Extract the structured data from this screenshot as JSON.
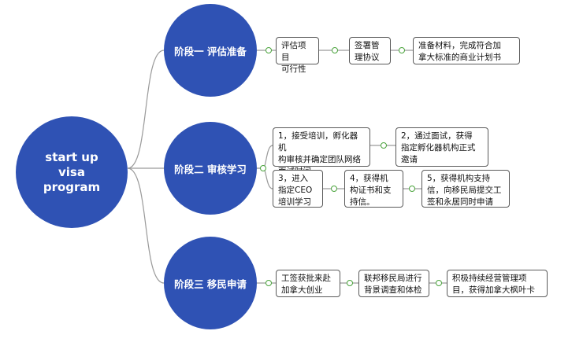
{
  "root": {
    "label": "start up\nvisa\nprogram"
  },
  "stages": [
    {
      "label": "阶段一 评估准备",
      "steps": [
        "评估项目\n可行性",
        "签署管\n理协议",
        "准备材料，完成符合加\n拿大标准的商业计划书"
      ]
    },
    {
      "label": "阶段二 审核学习",
      "steps": [
        "1，接受培训，孵化器机\n构审核并确定团队网络\n面试时间。",
        "2，通过面试，获得\n指定孵化器机构正式\n邀请",
        "3，进入\n指定CEO\n培训学习",
        "4，获得机\n构证书和支\n持信。",
        "5，获得机构支持\n信，向移民局提交工\n签和永居同时申请"
      ]
    },
    {
      "label": "阶段三 移民申请",
      "steps": [
        "工签获批来赴\n加拿大创业",
        "联邦移民局进行\n背景调查和体检",
        "积极持续经营管理项\n目，获得加拿大枫叶卡"
      ]
    }
  ],
  "colors": {
    "node_fill": "#2f52b4",
    "connector": "#9a9a9a",
    "toggle": "#4aa43c",
    "box_border": "#5a5a5a"
  }
}
